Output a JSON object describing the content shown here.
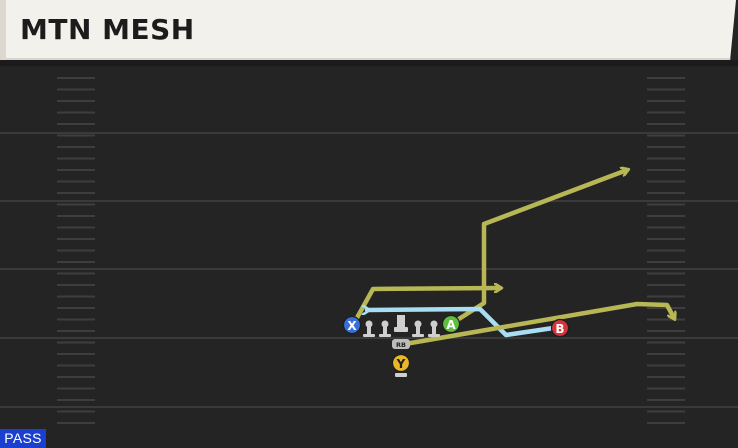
{
  "play": {
    "name": "MTN MESH",
    "type_badge": "PASS"
  },
  "players": {
    "x": {
      "button": "X",
      "color": "#3a6fd8"
    },
    "a": {
      "button": "A",
      "color": "#5fbf3c"
    },
    "b": {
      "button": "B",
      "color": "#d9333a"
    },
    "y": {
      "button": "Y",
      "color": "#e8b829"
    },
    "rb": {
      "label": "RB"
    }
  },
  "colors": {
    "route_primary": "#b7b756",
    "route_mesh": "#a9def2",
    "field_bg": "#242424",
    "yard_line": "#3a3a3a",
    "hash_mark": "#3e3e3e",
    "lineman": "#cfcfcf"
  },
  "icons": {
    "route_arrow": "arrowhead",
    "lineman": "lineman-marker",
    "center": "center-marker"
  }
}
